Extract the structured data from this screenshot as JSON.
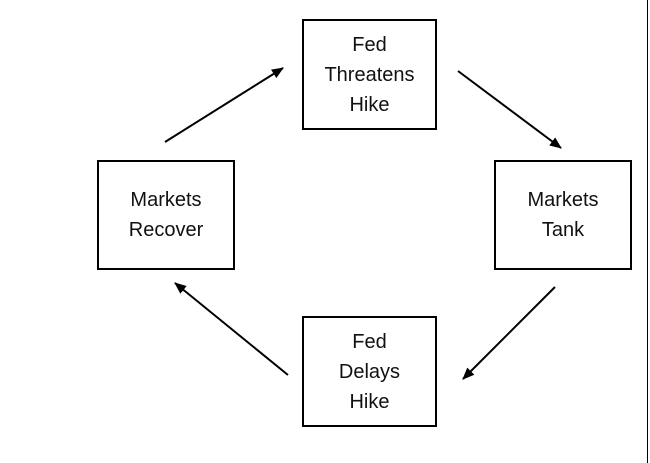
{
  "diagram": {
    "nodes": [
      {
        "id": "fed-threatens-hike",
        "lines": [
          "Fed",
          "Threatens",
          "Hike"
        ]
      },
      {
        "id": "markets-tank",
        "lines": [
          "Markets",
          "Tank"
        ]
      },
      {
        "id": "fed-delays-hike",
        "lines": [
          "Fed",
          "Delays",
          "Hike"
        ]
      },
      {
        "id": "markets-recover",
        "lines": [
          "Markets",
          "Recover"
        ]
      }
    ],
    "edges": [
      {
        "from": "markets-recover",
        "to": "fed-threatens-hike"
      },
      {
        "from": "fed-threatens-hike",
        "to": "markets-tank"
      },
      {
        "from": "markets-tank",
        "to": "fed-delays-hike"
      },
      {
        "from": "fed-delays-hike",
        "to": "markets-recover"
      }
    ],
    "colors": {
      "stroke": "#000000",
      "text": "#111111",
      "background": "#ffffff"
    }
  }
}
